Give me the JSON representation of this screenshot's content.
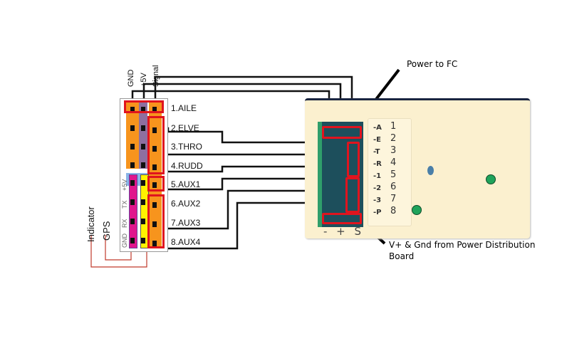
{
  "diagram": {
    "title": "Receiver to flight controller wiring",
    "header_labels": {
      "gnd": "GND",
      "v5": "+5V",
      "signal": "Signal"
    },
    "channels": [
      {
        "label": "1.AILE"
      },
      {
        "label": "2.ELVE"
      },
      {
        "label": "3.THRO"
      },
      {
        "label": "4.RUDD"
      },
      {
        "label": "5.AUX1"
      },
      {
        "label": "6.AUX2"
      },
      {
        "label": "7.AUX3"
      },
      {
        "label": "8.AUX4"
      }
    ],
    "gps_port_labels": [
      "+5V",
      "TX",
      "RX",
      "GND"
    ],
    "side_labels": {
      "indicator": "Indicator",
      "gps": "GPS"
    },
    "rx_rows": [
      {
        "code": "-A",
        "num": "1"
      },
      {
        "code": "-E",
        "num": "2"
      },
      {
        "code": "-T",
        "num": "3"
      },
      {
        "code": "-R",
        "num": "4"
      },
      {
        "code": "-1",
        "num": "5"
      },
      {
        "code": "-2",
        "num": "6"
      },
      {
        "code": "-3",
        "num": "7"
      },
      {
        "code": "-P",
        "num": "8"
      }
    ],
    "rail_labels": "- + S",
    "annotations": {
      "power_to_fc": "Power to FC",
      "power_dist": "V+ & Gnd from Power Distribution",
      "power_dist_2": "Board"
    },
    "colors": {
      "highlight": "#e0141e",
      "orange": "#f7941d",
      "purple": "#8e6fa0",
      "magenta": "#e0168c",
      "yellow": "#fff200",
      "board": "#fbf0cf",
      "pcb": "#1d4f5c"
    }
  }
}
